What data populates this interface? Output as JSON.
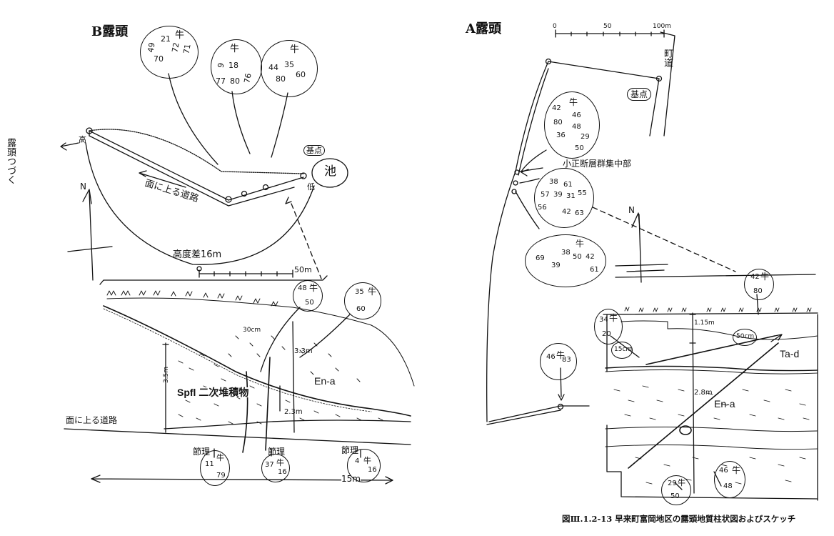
{
  "left_panel": {
    "title": "B露頭",
    "left_note": "露頭つづく",
    "left_note_line2": "つづく",
    "road_label": "面に上る道路",
    "height_diff": "高度差16m",
    "scale_label": "50m",
    "north_label": "N",
    "pond_label": "池",
    "datum_label": "基点",
    "low_label": "低",
    "high_label": "高",
    "strike_circles": [
      {
        "values": [
          "49",
          "21",
          "牛",
          "70",
          "72",
          "71"
        ]
      },
      {
        "values": [
          "9",
          "18",
          "牛",
          "77",
          "80",
          "76"
        ]
      },
      {
        "values": [
          "44",
          "35",
          "牛",
          "80",
          "60"
        ]
      }
    ],
    "section": {
      "thickness_30cm": "30cm",
      "thickness_33m": "3.3m",
      "thickness_35m": "3.5m",
      "thickness_23m": "2.3m",
      "unit_en_a": "En-a",
      "unit_spfl": "Spfl 二次堆積物",
      "road_label": "面に上る道路",
      "length_label": "15m",
      "top_circles": [
        {
          "values": [
            "48",
            "牛",
            "50"
          ]
        },
        {
          "values": [
            "35",
            "牛",
            "60"
          ]
        }
      ],
      "bottom_circles": [
        {
          "label": "節理",
          "values": [
            "11",
            "牛",
            "79"
          ]
        },
        {
          "label": "節理",
          "values": [
            "37",
            "牛",
            "16"
          ]
        },
        {
          "label": "節理",
          "values": [
            "4",
            "牛",
            "16"
          ]
        }
      ]
    }
  },
  "right_panel": {
    "title": "A露頭",
    "scale_labels": [
      "0",
      "50",
      "100m"
    ],
    "road_label": "町道",
    "datum_label": "基点",
    "fault_label": "小正断層群集中部",
    "north_label": "N",
    "strike_circles": [
      {
        "values": [
          "42",
          "牛",
          "46",
          "80",
          "48",
          "36",
          "29",
          "50"
        ]
      },
      {
        "values": [
          "38",
          "61",
          "57",
          "39",
          "31",
          "55",
          "56",
          "42",
          "63"
        ]
      },
      {
        "values": [
          "69",
          "38",
          "牛",
          "50",
          "42",
          "39",
          "61"
        ]
      },
      {
        "values": [
          "46",
          "牛",
          "83"
        ]
      }
    ],
    "section": {
      "thickness_115m": "1.15m",
      "thickness_28m": "2.8m",
      "unit_ta_d": "Ta-d",
      "unit_en_a": "En-a",
      "tag_15cm": "15cm",
      "tag_50cm": "50cm",
      "circles": [
        {
          "values": [
            "42",
            "牛",
            "80"
          ]
        },
        {
          "values": [
            "34",
            "牛",
            "20"
          ]
        },
        {
          "values": [
            "29",
            "牛",
            "50"
          ]
        },
        {
          "values": [
            "46",
            "牛",
            "48"
          ]
        }
      ]
    }
  },
  "caption": "図Ⅲ.1.2-13 早来町富岡地区の露頭地質柱状図およびスケッチ"
}
